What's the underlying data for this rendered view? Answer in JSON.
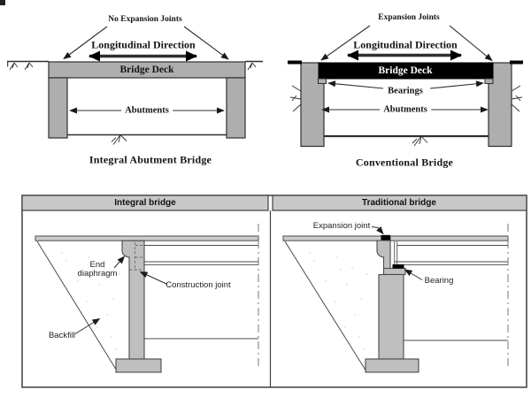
{
  "top": {
    "integral": {
      "no_expansion_label": "No Expansion Joints",
      "longitudinal_label": "Longitudinal Direction",
      "deck_label": "Bridge Deck",
      "abutments_label": "Abutments",
      "caption": "Integral Abutment Bridge"
    },
    "conventional": {
      "expansion_label": "Expansion Joints",
      "longitudinal_label": "Longitudinal Direction",
      "deck_label": "Bridge Deck",
      "bearings_label": "Bearings",
      "abutments_label": "Abutments",
      "caption": "Conventional Bridge"
    }
  },
  "bottom": {
    "left_header": "Integral bridge",
    "right_header": "Traditional bridge",
    "integral_labels": {
      "end_diaphragm_line1": "End",
      "end_diaphragm_line2": "diaphragm",
      "construction_joint": "Construction joint",
      "backfill": "Backfill"
    },
    "traditional_labels": {
      "expansion_joint": "Expansion joint",
      "bearing": "Bearing"
    }
  },
  "colors": {
    "concrete_gray": "#aeaeae",
    "deck_black": "#000000",
    "header_gray": "#c8c8c8",
    "wall_gray": "#bfbfbf",
    "deck_bar_gray": "#cccccc",
    "line_dark": "#2f2f2f",
    "bottom_line": "#4a4a4a"
  }
}
